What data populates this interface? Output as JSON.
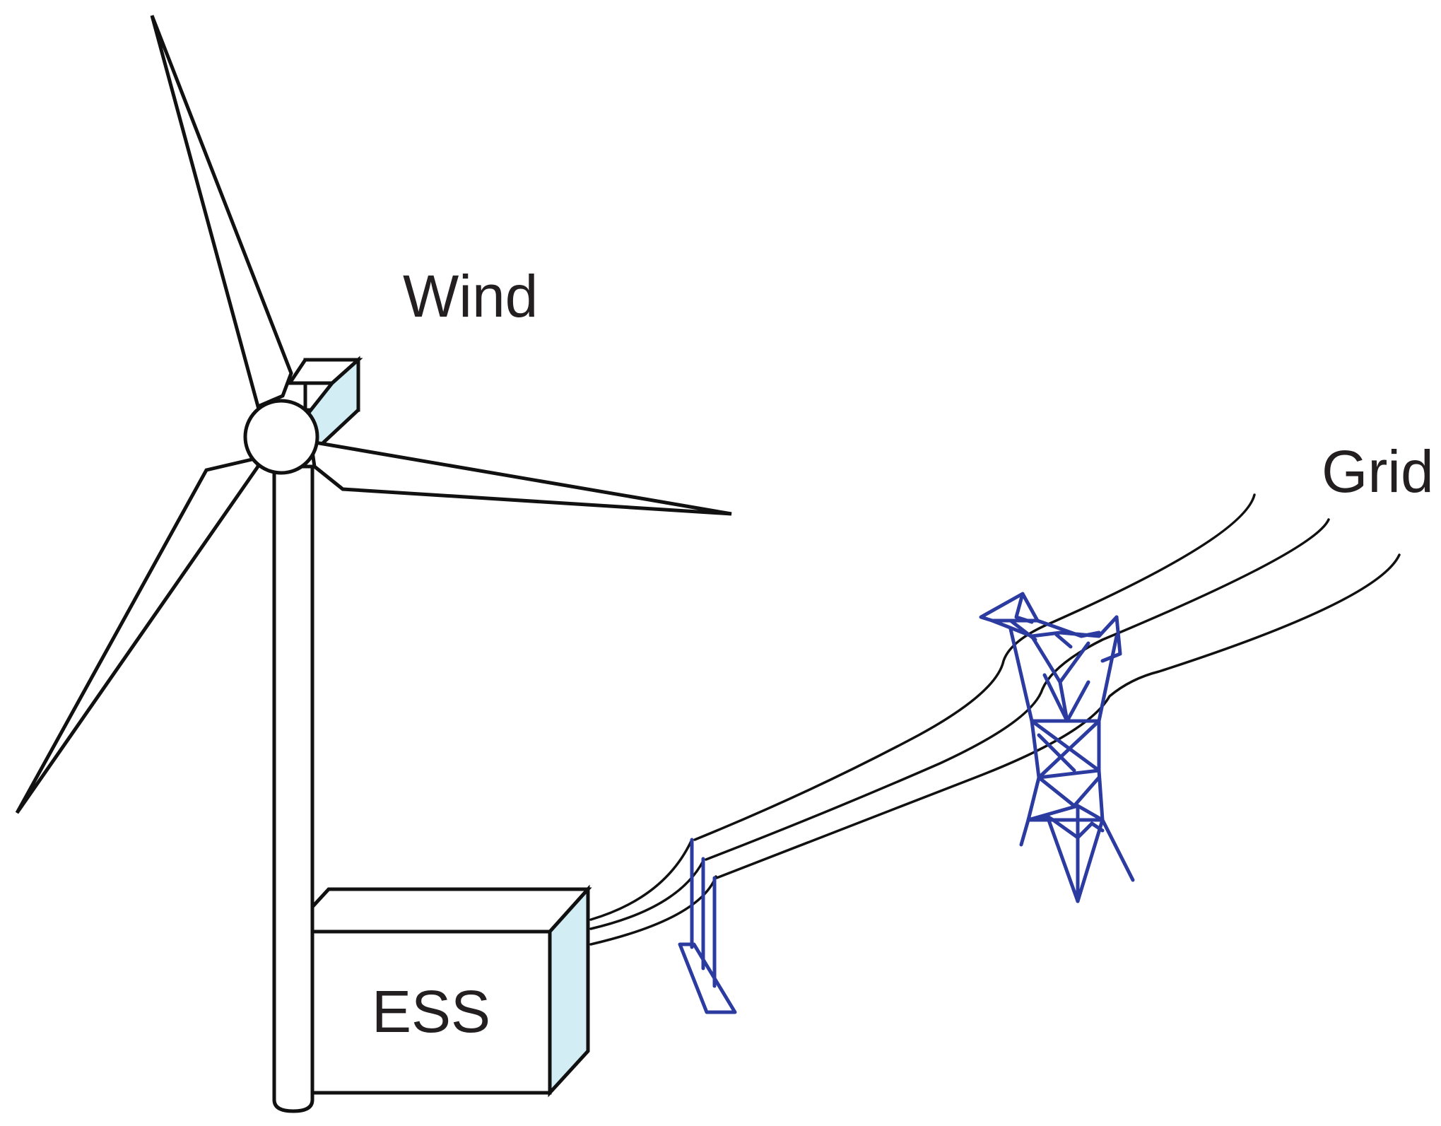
{
  "labels": {
    "wind": "Wind",
    "grid": "Grid",
    "ess": "ESS"
  },
  "colors": {
    "outline": "#111111",
    "panel_fill": "#d3edf4",
    "tower": "#2c3ba0",
    "text": "#231f20"
  },
  "icons": [
    "wind-turbine-icon",
    "ess-cabinet-icon",
    "transmission-tower-icon",
    "grid-lines-icon"
  ]
}
